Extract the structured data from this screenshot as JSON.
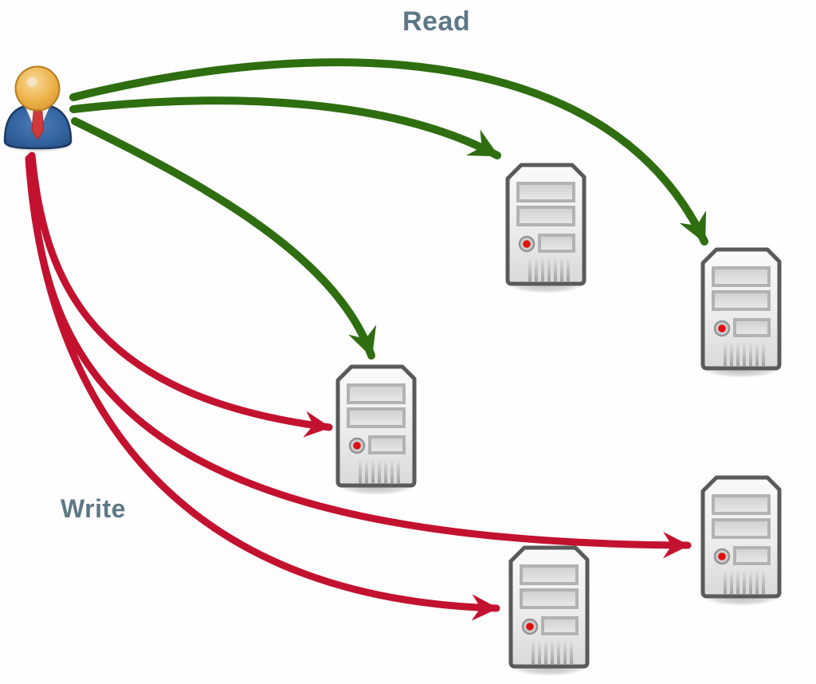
{
  "diagram": {
    "kind": "read-write-replication-diagram",
    "labels": {
      "read": "Read",
      "write": "Write"
    },
    "colors": {
      "read_arrow": "#2e6e10",
      "write_arrow": "#c3122f",
      "label_text": "#5b7886",
      "server_led": "#e01010",
      "server_border": "#5a5a5a",
      "server_body": "#efefef",
      "client_head": "#eeb54e",
      "client_suit": "#33639f",
      "client_tie": "#cf3b3b",
      "background": "#ffffff"
    },
    "nodes": [
      {
        "id": "client",
        "icon": "user-icon"
      },
      {
        "id": "server-top-center",
        "icon": "server-icon"
      },
      {
        "id": "server-upper-right",
        "icon": "server-icon"
      },
      {
        "id": "server-center-left",
        "icon": "server-icon"
      },
      {
        "id": "server-lower-right",
        "icon": "server-icon"
      },
      {
        "id": "server-bottom-center",
        "icon": "server-icon"
      }
    ],
    "edges": [
      {
        "type": "read",
        "from": "client",
        "to": "server-upper-right"
      },
      {
        "type": "read",
        "from": "client",
        "to": "server-top-center"
      },
      {
        "type": "read",
        "from": "client",
        "to": "server-center-left"
      },
      {
        "type": "write",
        "from": "client",
        "to": "server-center-left"
      },
      {
        "type": "write",
        "from": "client",
        "to": "server-lower-right"
      },
      {
        "type": "write",
        "from": "client",
        "to": "server-bottom-center"
      }
    ]
  }
}
